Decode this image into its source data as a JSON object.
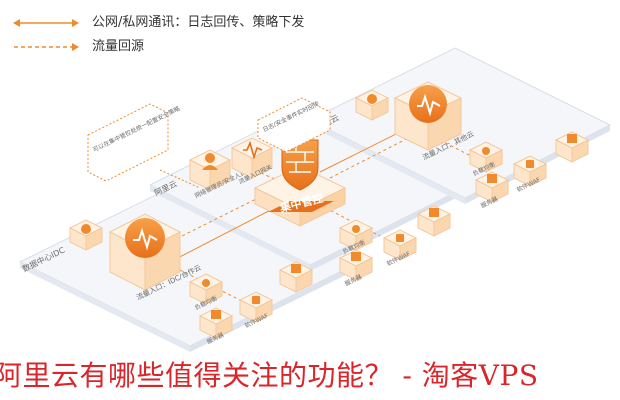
{
  "legend": [
    {
      "label": "公网/私网通讯：日志回传、策略下发",
      "style": "solid"
    },
    {
      "label": "流量回源",
      "style": "dashed"
    }
  ],
  "zones": {
    "zone_a": "数据中心IDC",
    "zone_b": "阿里云",
    "zone_c": "阿里云"
  },
  "central": {
    "label": "集中管控",
    "note_left": "可以在集中管控处统一配置安全策略",
    "note_top": "日志/安全事件实时回传"
  },
  "entries": {
    "idc": "流量入口：IDC/合作云",
    "other": "流量入口：其他云"
  },
  "nodes": {
    "security_admin": "网络管理员/安全人员",
    "traffic_entry": "流量入口网关",
    "load_balancer": "负载均衡",
    "waf": "软件WAF",
    "server": "服务器"
  },
  "caption": "阿里云有哪些值得关注的功能？ - 淘客VPS",
  "colors": {
    "accent": "#f08a2c",
    "accent_dark": "#e06a12",
    "platform": "#f4f6fa",
    "platform_edge": "#d7dde8",
    "caption": "#d9262b"
  },
  "icons": [
    "pulse-icon",
    "firewall-icon",
    "server-icon",
    "user-icon",
    "lock-icon",
    "gateway-icon"
  ]
}
